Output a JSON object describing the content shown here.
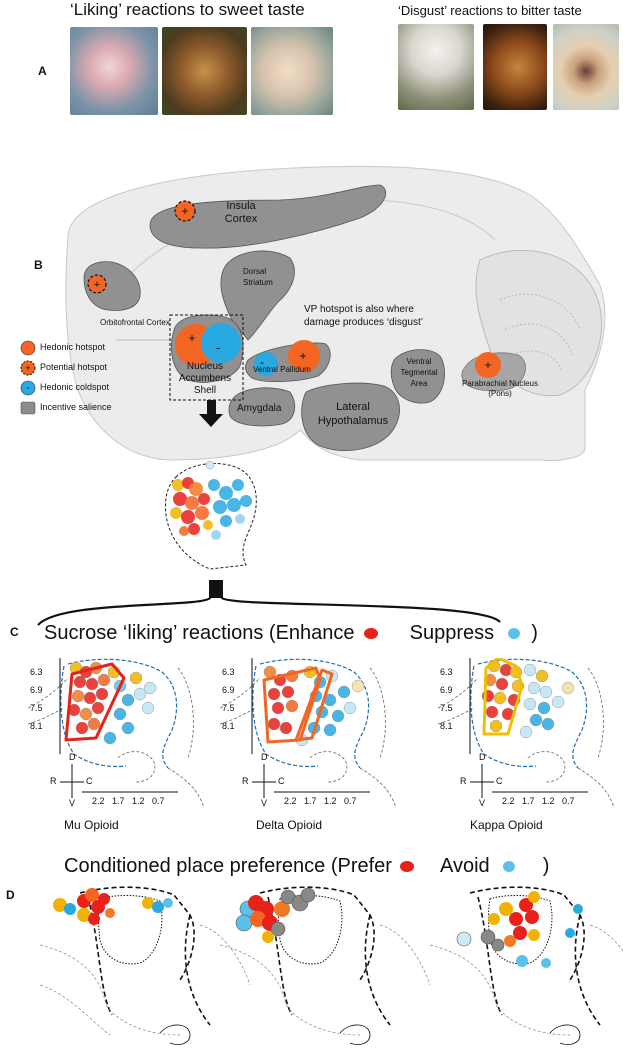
{
  "panel_a": {
    "letter": "A",
    "title_left": "‘Liking’ reactions to sweet taste",
    "title_right": "‘Disgust’ reactions to bitter taste"
  },
  "panel_b": {
    "letter": "B",
    "regions": {
      "insula": "Insula Cortex",
      "orbitofrontal": "Orbitofrontal Cortex",
      "dorsal_striatum": "Dorsal Striatum",
      "nacc": "Nucleus Accumbens Shell",
      "ventral_pallidum": "Ventral Pallidum",
      "amygdala": "Amygdala",
      "lateral_hypothalamus": "Lateral Hypothalamus",
      "vta": "Ventral Tegmental Area",
      "parabrachial": "Parabrachial Nucleus (Pons)"
    },
    "vp_note": "VP hotspot is also where damage produces ‘disgust’",
    "legend": [
      "Hedonic hotspot",
      "Potential hotspot",
      "Hedonic coldspot",
      "Incentive salience"
    ],
    "colors": {
      "hotspot": "#f26522",
      "coldspot": "#29a9e1",
      "salience": "#8c8c8c"
    }
  },
  "panel_c": {
    "letter": "C",
    "title": "Sucrose ‘liking’ reactions (Enhance",
    "suppress": "Suppress",
    "close": ")",
    "y_ticks": [
      "6.3",
      "6.9",
      "7.5",
      "8.1"
    ],
    "x_ticks": [
      "2.2",
      "1.7",
      "1.2",
      "0.7"
    ],
    "compass": {
      "d": "D",
      "v": "V",
      "r": "R",
      "c": "C"
    },
    "maps": [
      "Mu Opioid",
      "Delta Opioid",
      "Kappa Opioid"
    ]
  },
  "panel_d": {
    "letter": "D",
    "title": "Conditioned place preference (Prefer",
    "avoid": "Avoid",
    "close": ")"
  }
}
